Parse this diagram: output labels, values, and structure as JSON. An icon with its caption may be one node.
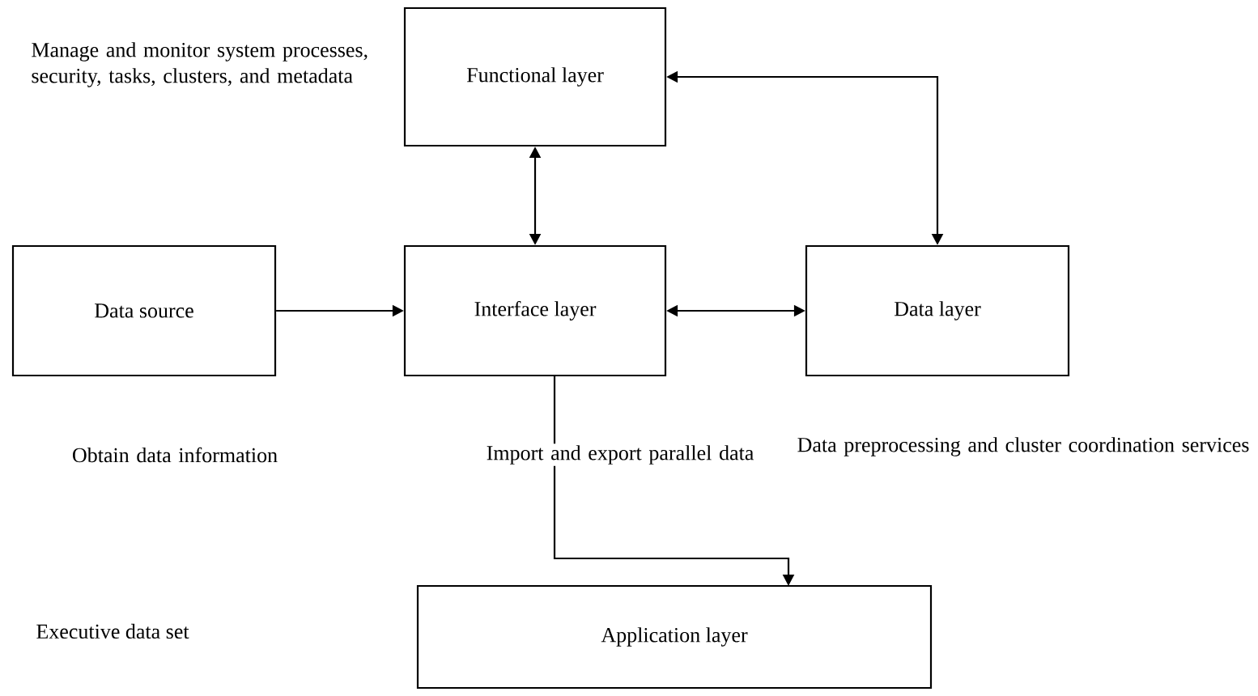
{
  "diagram": {
    "nodes": [
      {
        "text": [
          "Functional layer"
        ],
        "beside": [
          "Manage and monitor system processes, security, tasks, clusters, and metadata"
        ]
      },
      {
        "text": [
          "Data source"
        ],
        "beside": [
          "Obtain data information"
        ]
      },
      {
        "text": [
          "Interface layer"
        ],
        "beside": [
          "Import and export parallel data"
        ]
      },
      {
        "text": [
          "Data layer"
        ],
        "beside": [
          "Data preprocessing and cluster coordination services"
        ]
      },
      {
        "text": [
          "Application layer"
        ]
      }
    ],
    "labels": [
      "Executive data set"
    ],
    "edges": [
      {
        "from": 0,
        "to": 2,
        "arrow": "both"
      },
      {
        "from": 0,
        "to": 3,
        "arrow": "both"
      },
      {
        "from": 1,
        "to": 2,
        "arrow": "to"
      },
      {
        "from": 2,
        "to": 3,
        "arrow": "both"
      },
      {
        "from": 2,
        "to": 4,
        "arrow": "to"
      }
    ]
  }
}
